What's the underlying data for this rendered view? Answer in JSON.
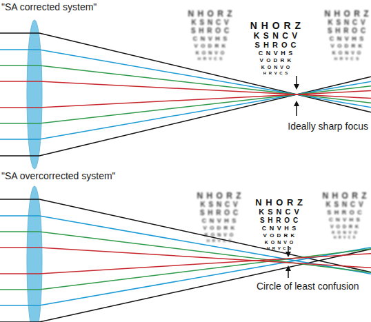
{
  "diagram": {
    "labels": [
      "\"SA corrected system\"",
      "N H O R Z",
      "K S N C V",
      "S H R O C",
      "C N V H S",
      "V O D R K",
      "K O N V O",
      "H R V C S",
      "N H O R Z",
      "K S N C V",
      "S H R O C",
      "C N V H S",
      "V O D R K",
      "K O N V O",
      "H R V C S",
      "N H O R Z",
      "K S N C V",
      "S H R O C",
      "C N V H S",
      "V O D R K",
      "K O N V O",
      "H R V C S",
      "Ideally sharp focus",
      "\"SA overcorrected system\"",
      "N H O R Z",
      "K S N C V",
      "S H R O C",
      "C N V H S",
      "V O D R K",
      "K O N V O",
      "H R V C S",
      "N H O R Z",
      "K S N C V",
      "S H R O C",
      "C N V H S",
      "V O D R K",
      "K O N V O",
      "H R V C S",
      "N H O R Z",
      "K S N C V",
      "S H R O C",
      "C N V H S",
      "V O D R K",
      "K O N V O",
      "H R V C S",
      "Circle of least confusion"
    ]
  }
}
